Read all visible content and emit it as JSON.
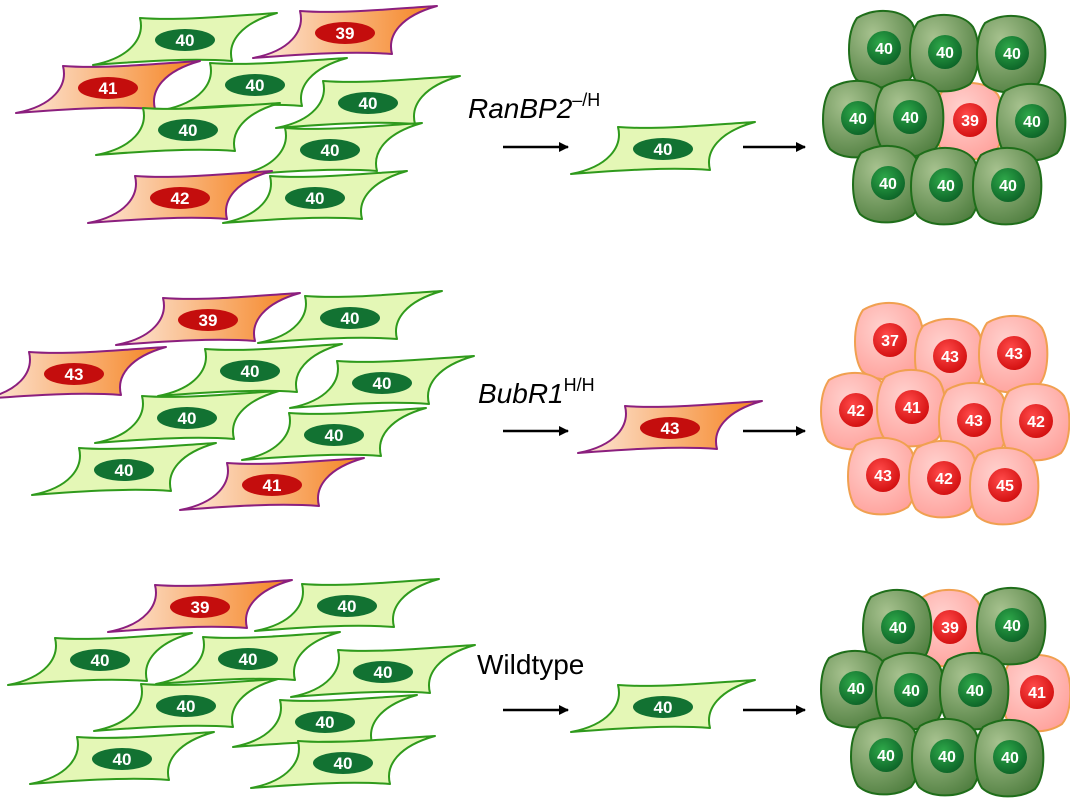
{
  "colors": {
    "normal_cell_fill": "#e4f7b6",
    "normal_cell_stroke": "#2f9a1c",
    "normal_nucleus": "#127232",
    "aneuploid_cell_fill_a": "#fbe6d8",
    "aneuploid_cell_fill_b": "#f5821f",
    "aneuploid_cell_stroke": "#8b1f7e",
    "aneuploid_nucleus": "#c40d0d",
    "tumor_normal_fill": "#5a8a4a",
    "tumor_normal_stroke": "#1f6e1a",
    "tumor_aneuploid_fill": "#ffb2ae",
    "tumor_aneuploid_stroke": "#f0a050",
    "arrow": "#000000"
  },
  "rows": [
    {
      "label_main": "RanBP2",
      "label_sup": "–/H",
      "source_cells": [
        {
          "type": "normal",
          "count": "40"
        },
        {
          "type": "aneuploid",
          "count": "39"
        },
        {
          "type": "aneuploid",
          "count": "41"
        },
        {
          "type": "normal",
          "count": "40"
        },
        {
          "type": "normal",
          "count": "40"
        },
        {
          "type": "normal",
          "count": "40"
        },
        {
          "type": "normal",
          "count": "40"
        },
        {
          "type": "aneuploid",
          "count": "42"
        },
        {
          "type": "normal",
          "count": "40"
        }
      ],
      "selected_cell": {
        "type": "normal",
        "count": "40"
      },
      "tumor_cells": [
        {
          "type": "normal",
          "count": "40"
        },
        {
          "type": "normal",
          "count": "40"
        },
        {
          "type": "normal",
          "count": "40"
        },
        {
          "type": "normal",
          "count": "40"
        },
        {
          "type": "normal",
          "count": "40"
        },
        {
          "type": "aneuploid",
          "count": "39"
        },
        {
          "type": "normal",
          "count": "40"
        },
        {
          "type": "normal",
          "count": "40"
        },
        {
          "type": "normal",
          "count": "40"
        },
        {
          "type": "normal",
          "count": "40"
        }
      ]
    },
    {
      "label_main": "BubR1",
      "label_sup": "H/H",
      "source_cells": [
        {
          "type": "aneuploid",
          "count": "39"
        },
        {
          "type": "normal",
          "count": "40"
        },
        {
          "type": "aneuploid",
          "count": "43"
        },
        {
          "type": "normal",
          "count": "40"
        },
        {
          "type": "normal",
          "count": "40"
        },
        {
          "type": "normal",
          "count": "40"
        },
        {
          "type": "normal",
          "count": "40"
        },
        {
          "type": "normal",
          "count": "40"
        },
        {
          "type": "aneuploid",
          "count": "41"
        }
      ],
      "selected_cell": {
        "type": "aneuploid",
        "count": "43"
      },
      "tumor_cells": [
        {
          "type": "aneuploid",
          "count": "37"
        },
        {
          "type": "aneuploid",
          "count": "43"
        },
        {
          "type": "aneuploid",
          "count": "43"
        },
        {
          "type": "aneuploid",
          "count": "42"
        },
        {
          "type": "aneuploid",
          "count": "41"
        },
        {
          "type": "aneuploid",
          "count": "43"
        },
        {
          "type": "aneuploid",
          "count": "42"
        },
        {
          "type": "aneuploid",
          "count": "43"
        },
        {
          "type": "aneuploid",
          "count": "42"
        },
        {
          "type": "aneuploid",
          "count": "45"
        }
      ]
    },
    {
      "label_main": "Wildtype",
      "label_sup": "",
      "source_cells": [
        {
          "type": "aneuploid",
          "count": "39"
        },
        {
          "type": "normal",
          "count": "40"
        },
        {
          "type": "normal",
          "count": "40"
        },
        {
          "type": "normal",
          "count": "40"
        },
        {
          "type": "normal",
          "count": "40"
        },
        {
          "type": "normal",
          "count": "40"
        },
        {
          "type": "normal",
          "count": "40"
        },
        {
          "type": "normal",
          "count": "40"
        },
        {
          "type": "normal",
          "count": "40"
        }
      ],
      "selected_cell": {
        "type": "normal",
        "count": "40"
      },
      "tumor_cells": [
        {
          "type": "normal",
          "count": "40"
        },
        {
          "type": "aneuploid",
          "count": "39"
        },
        {
          "type": "normal",
          "count": "40"
        },
        {
          "type": "normal",
          "count": "40"
        },
        {
          "type": "normal",
          "count": "40"
        },
        {
          "type": "normal",
          "count": "40"
        },
        {
          "type": "aneuploid",
          "count": "41"
        },
        {
          "type": "normal",
          "count": "40"
        },
        {
          "type": "normal",
          "count": "40"
        },
        {
          "type": "normal",
          "count": "40"
        }
      ]
    }
  ]
}
